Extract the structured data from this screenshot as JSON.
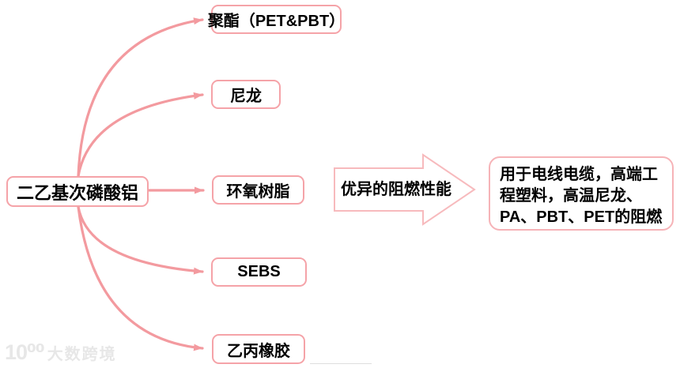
{
  "diagram": {
    "source_node": {
      "label": "二乙基次磷酸铝"
    },
    "branch_nodes": [
      {
        "label": "聚酯（PET&PBT）"
      },
      {
        "label": "尼龙"
      },
      {
        "label": "环氧树脂"
      },
      {
        "label": "SEBS"
      },
      {
        "label": "乙丙橡胶"
      }
    ],
    "big_arrow": {
      "label": "优异的阻燃性能"
    },
    "result_node": {
      "lines": [
        "用于电线电缆，高端工",
        "程塑料，高温尼龙、",
        "PA、PBT、PET的阻燃"
      ],
      "full_text": "用于电线电缆，高端工程塑料，高温尼龙、PA、PBT、PET的阻燃"
    }
  },
  "watermark": {
    "logo": "10⁰⁰",
    "text": "大数跨境"
  },
  "colors": {
    "connector": "#f39a9f",
    "node_border": "#f5a3a8",
    "arrow_border": "#f7babd",
    "result_border": "#f6b3b7",
    "text": "#000000",
    "watermark": "#e7e7e7",
    "edge_line": "#dedede"
  }
}
